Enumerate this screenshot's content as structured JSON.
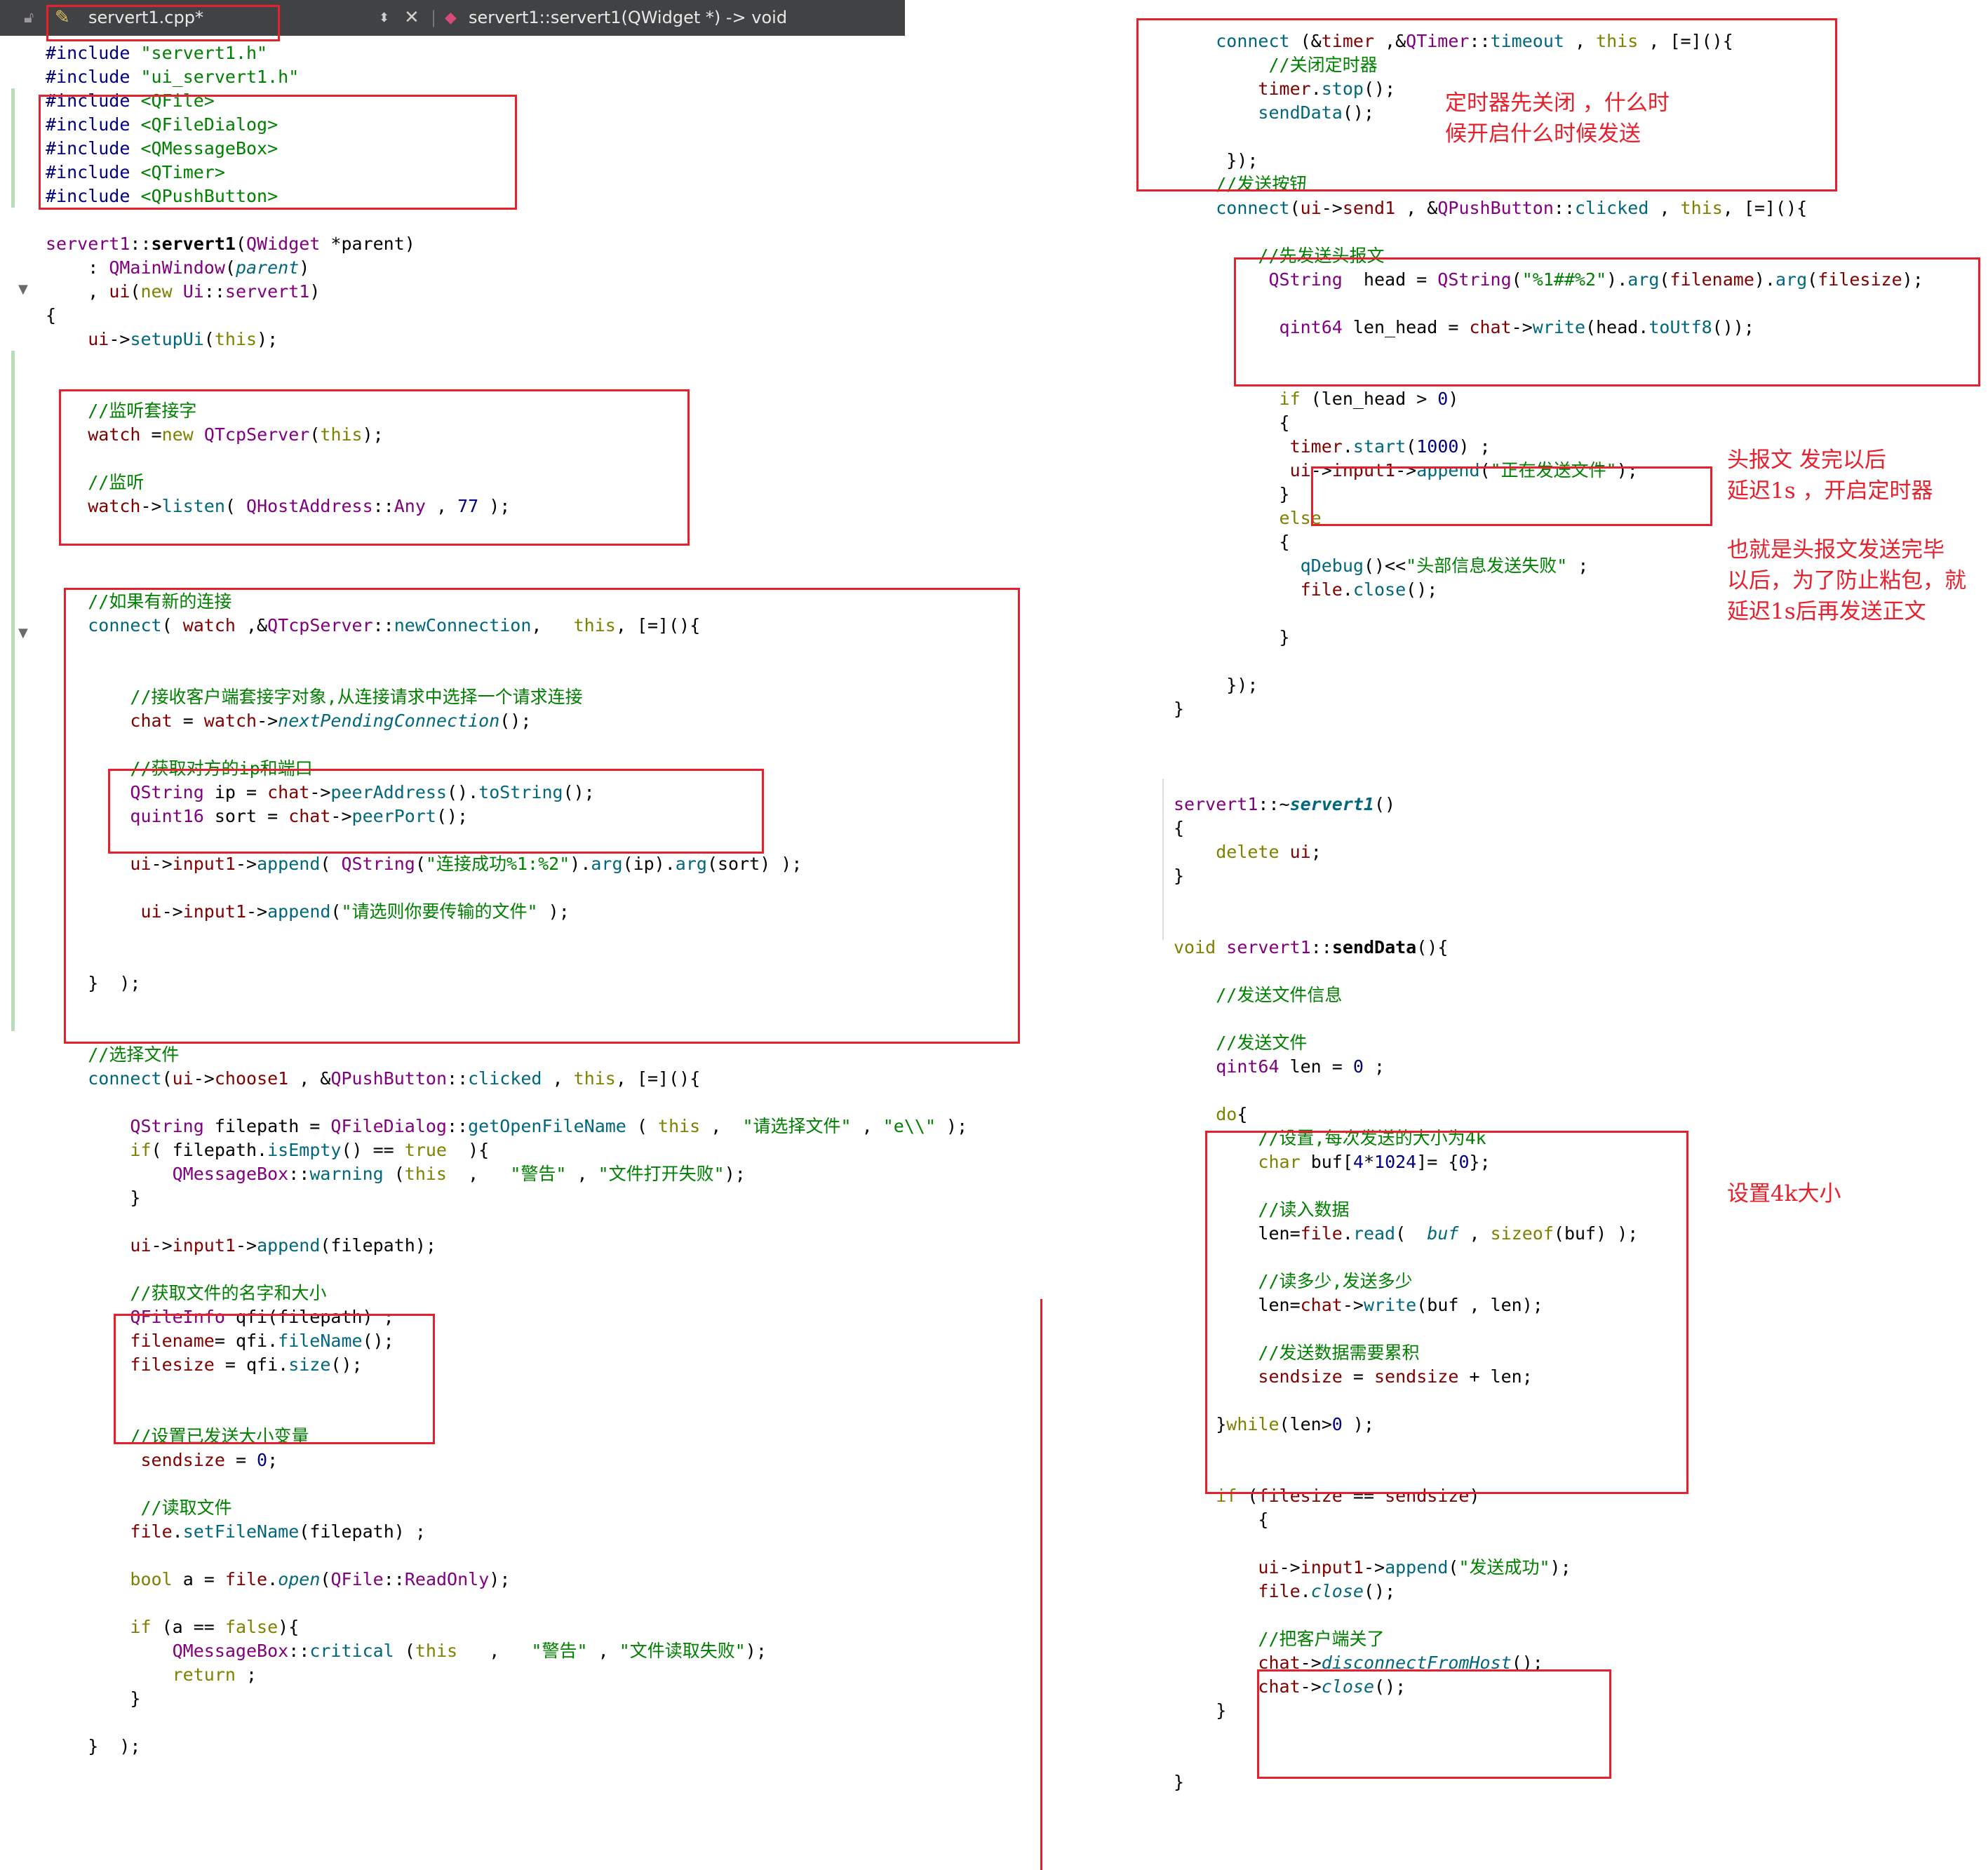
{
  "editor": {
    "tab_filename": "servert1.cpp*",
    "function_selector": "servert1::servert1(QWidget *) -> void",
    "colors": {
      "tabbar": "#404244",
      "annotation_red": "#e5212d",
      "keyword": "#808000",
      "type": "#800080",
      "function": "#00677c",
      "string_comment": "#008000",
      "number": "#000080"
    }
  },
  "annotations": {
    "timer_note_line1": "定时器先关闭 ，什么时",
    "timer_note_line2": "候开启什么时候发送",
    "head_note_line1": "头报文  发完以后",
    "head_note_line2": "延迟1s ，开启定时器",
    "head_note_line3": "也就是头报文发送完毕",
    "head_note_line4": "以后，为了防止粘包，就",
    "head_note_line5": "延迟1s后再发送正文",
    "buf_note": "设置4k大小"
  },
  "code": {
    "left": [
      "#include \"servert1.h\"",
      "#include \"ui_servert1.h\"",
      "#include <QFile>",
      "#include <QFileDialog>",
      "#include <QMessageBox>",
      "#include <QTimer>",
      "#include <QPushButton>",
      "",
      "servert1::servert1(QWidget *parent)",
      "    : QMainWindow(parent)",
      "    , ui(new Ui::servert1)",
      "{",
      "    ui->setupUi(this);",
      "",
      "",
      "    //监听套接字",
      "    watch =new QTcpServer(this);",
      "",
      "    //监听",
      "    watch->listen( QHostAddress::Any , 77 );",
      "",
      "",
      "",
      "    //如果有新的连接",
      "    connect( watch ,&QTcpServer::newConnection,   this, [=](){",
      "",
      "",
      "        //接收客户端套接字对象,从连接请求中选择一个请求连接",
      "        chat = watch->nextPendingConnection();",
      "",
      "        //获取对方的ip和端口",
      "        QString ip = chat->peerAddress().toString();",
      "        quint16 sort = chat->peerPort();",
      "",
      "        ui->input1->append( QString(\"连接成功%1:%2\").arg(ip).arg(sort) );",
      "",
      "         ui->input1->append(\"请选则你要传输的文件\" );",
      "",
      "",
      "    }  );",
      "",
      "",
      "    //选择文件",
      "    connect(ui->choose1 , &QPushButton::clicked , this, [=](){",
      "",
      "        QString filepath = QFileDialog::getOpenFileName ( this ,  \"请选择文件\" , \"e\\\\\" );",
      "        if( filepath.isEmpty() == true  ){",
      "            QMessageBox::warning (this  ,   \"警告\" , \"文件打开失败\");",
      "        }",
      "",
      "        ui->input1->append(filepath);",
      "",
      "        //获取文件的名字和大小",
      "        QFileInfo qfi(filepath) ;",
      "        filename= qfi.fileName();",
      "        filesize = qfi.size();",
      "",
      "",
      "        //设置已发送大小变量",
      "         sendsize = 0;",
      "",
      "         //读取文件",
      "        file.setFileName(filepath) ;",
      "",
      "        bool a = file.open(QFile::ReadOnly);",
      "",
      "        if (a == false){",
      "            QMessageBox::critical (this   ,   \"警告\" , \"文件读取失败\");",
      "            return ;",
      "        }",
      "",
      "    }  );"
    ],
    "right": [
      "    connect (&timer ,&QTimer::timeout , this , [=](){",
      "         //关闭定时器",
      "        timer.stop();",
      "        sendData();",
      "",
      "     });",
      "    //发送按钮",
      "    connect(ui->send1 , &QPushButton::clicked , this, [=](){",
      "",
      "        //先发送头报文",
      "         QString  head = QString(\"%1##%2\").arg(filename).arg(filesize);",
      "",
      "          qint64 len_head = chat->write(head.toUtf8());",
      "",
      "",
      "          if (len_head > 0)",
      "          {",
      "           timer.start(1000) ;",
      "           ui->input1->append(\"正在发送文件\");",
      "          }",
      "          else",
      "          {",
      "            qDebug()<<\"头部信息发送失败\" ;",
      "            file.close();",
      "",
      "          }",
      "",
      "     });",
      "}",
      "",
      "",
      "",
      "servert1::~servert1()",
      "{",
      "    delete ui;",
      "}",
      "",
      "",
      "void servert1::sendData(){",
      "",
      "    //发送文件信息",
      "",
      "    //发送文件",
      "    qint64 len = 0 ;",
      "",
      "    do{",
      "        //设置,每次发送的大小为4k",
      "        char buf[4*1024]= {0};",
      "",
      "        //读入数据",
      "        len=file.read(  buf , sizeof(buf) );",
      "",
      "        //读多少,发送多少",
      "        len=chat->write(buf , len);",
      "",
      "        //发送数据需要累积",
      "        sendsize = sendsize + len;",
      "",
      "    }while(len>0 );",
      "",
      "",
      "    if (filesize == sendsize)",
      "        {",
      "",
      "        ui->input1->append(\"发送成功\");",
      "        file.close();",
      "",
      "        //把客户端关了",
      "        chat->disconnectFromHost();",
      "        chat->close();",
      "    }",
      "",
      "",
      "}"
    ]
  }
}
